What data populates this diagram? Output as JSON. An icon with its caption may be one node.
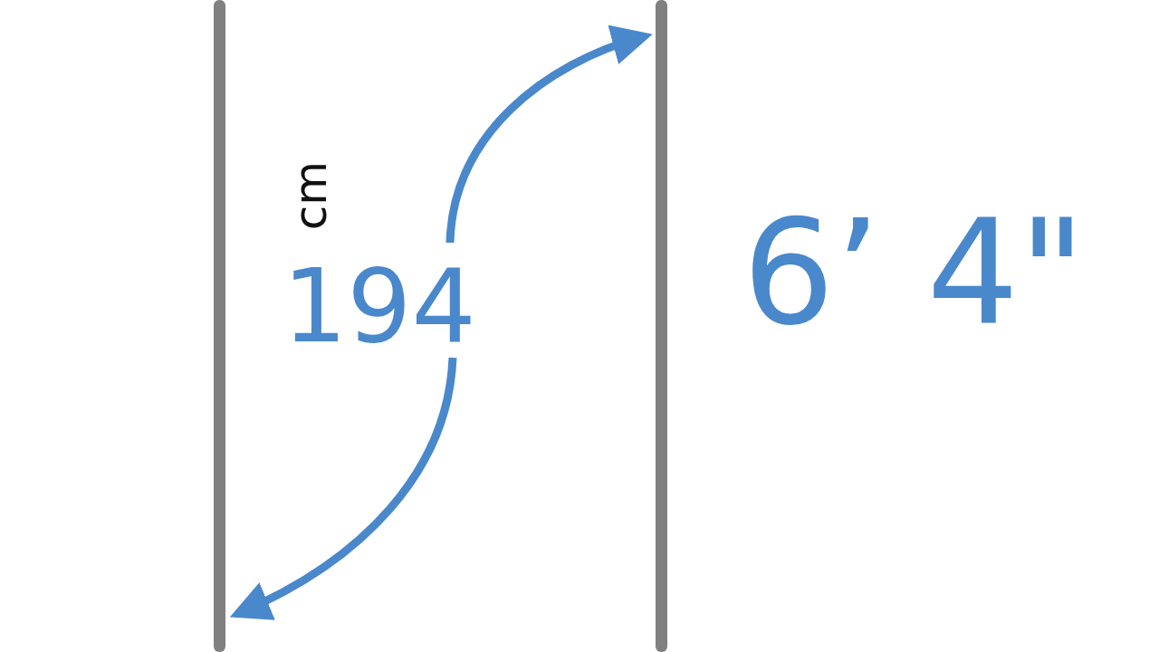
{
  "diagram": {
    "labels": [
      "cm",
      "194",
      "6’ 4\""
    ]
  }
}
